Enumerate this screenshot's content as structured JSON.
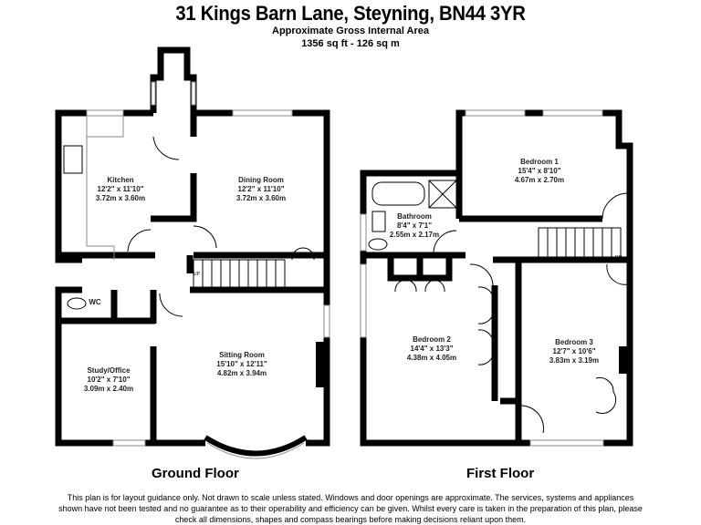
{
  "header": {
    "title": "31 Kings Barn Lane, Steyning, BN44 3YR",
    "area_label": "Approximate Gross Internal Area",
    "area_value": "1356 sq ft - 126 sq m"
  },
  "ground_floor": {
    "label": "Ground Floor",
    "rooms": [
      {
        "name": "Kitchen",
        "imperial": "12'2\" x 11'10\"",
        "metric": "3.72m x 3.60m"
      },
      {
        "name": "Dining Room",
        "imperial": "12'2\" x 11'10\"",
        "metric": "3.72m x 3.60m"
      },
      {
        "name": "WC"
      },
      {
        "name": "Study/Office",
        "imperial": "10'2\" x 7'10\"",
        "metric": "3.09m x 2.40m"
      },
      {
        "name": "Sitting Room",
        "imperial": "15'10\" x 12'11\"",
        "metric": "4.82m x 3.94m"
      }
    ],
    "stairs_label": "UP"
  },
  "first_floor": {
    "label": "First Floor",
    "rooms": [
      {
        "name": "Bedroom 1",
        "imperial": "15'4\" x 8'10\"",
        "metric": "4.67m x 2.70m"
      },
      {
        "name": "Bathroom",
        "imperial": "8'4\" x 7'1\"",
        "metric": "2.55m x 2.17m"
      },
      {
        "name": "Bedroom 2",
        "imperial": "14'4\" x 13'3\"",
        "metric": "4.38m x 4.05m"
      },
      {
        "name": "Bedroom 3",
        "imperial": "12'7\" x 10'6\"",
        "metric": "3.83m x 3.19m"
      }
    ],
    "stairs_label": "DN"
  },
  "disclaimer": "This plan is for layout guidance only.  Not drawn to scale unless stated.  Windows and door openings are approximate.  The services, systems and appliances shown have not been tested and no guarantee as to their operability and efficiency can be given.  Whilst every care is taken in the preparation of this plan, please check all dimensions, shapes and compass bearings before making decisions reliant upon them."
}
